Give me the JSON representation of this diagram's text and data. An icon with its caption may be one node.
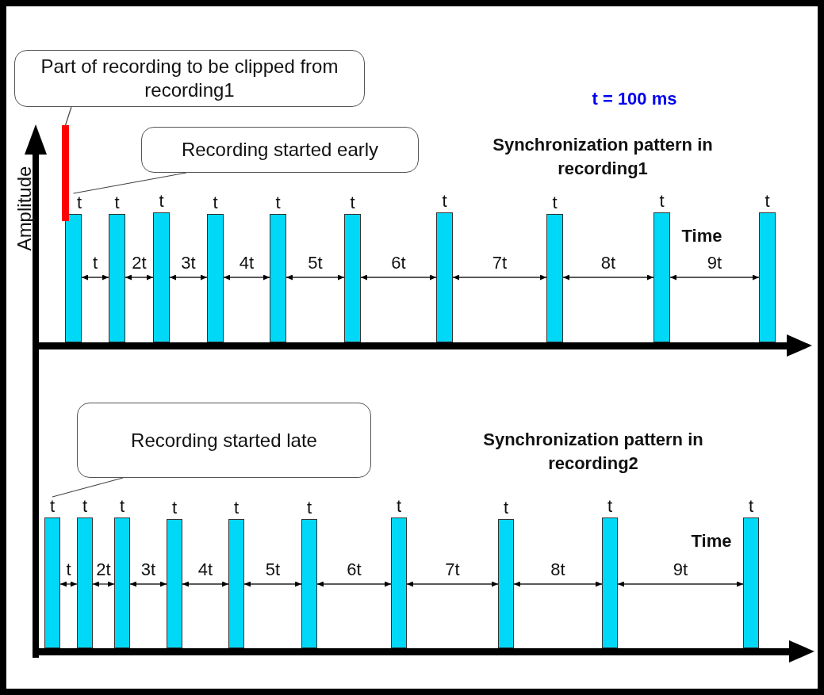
{
  "diagram": {
    "nodes": [
      {
        "text": [
          "Part of recording to be clipped from recording1"
        ]
      },
      {
        "text": [],
        "shape": "bar"
      },
      {
        "text": [
          "Recording started early"
        ]
      },
      {
        "text": [
          "t"
        ]
      },
      {
        "text": [
          "t"
        ]
      },
      {
        "text": [
          "t"
        ]
      },
      {
        "text": [
          "t"
        ]
      },
      {
        "text": [
          "t"
        ]
      },
      {
        "text": [
          "t"
        ]
      },
      {
        "text": [
          "t"
        ]
      },
      {
        "text": [
          "t"
        ]
      },
      {
        "text": [
          "t"
        ]
      },
      {
        "text": [
          "t"
        ]
      },
      {
        "text": [
          "Recording started late"
        ]
      },
      {
        "text": [
          "t"
        ]
      },
      {
        "text": [
          "t"
        ]
      },
      {
        "text": [
          "t"
        ]
      },
      {
        "text": [
          "t"
        ]
      },
      {
        "text": [
          "t"
        ]
      },
      {
        "text": [
          "t"
        ]
      },
      {
        "text": [
          "t"
        ]
      },
      {
        "text": [
          "t"
        ]
      },
      {
        "text": [
          "t"
        ]
      },
      {
        "text": [
          "t"
        ]
      }
    ],
    "edges": [
      {
        "from": 0,
        "to": 1,
        "arrow": "none"
      },
      {
        "from": 2,
        "to": 3,
        "arrow": "none"
      },
      {
        "from": 3,
        "to": 4,
        "arrow": "both",
        "label": "t"
      },
      {
        "from": 4,
        "to": 5,
        "arrow": "both",
        "label": "2t"
      },
      {
        "from": 5,
        "to": 6,
        "arrow": "both",
        "label": "3t"
      },
      {
        "from": 6,
        "to": 7,
        "arrow": "both",
        "label": "4t"
      },
      {
        "from": 7,
        "to": 8,
        "arrow": "both",
        "label": "5t"
      },
      {
        "from": 8,
        "to": 9,
        "arrow": "both",
        "label": "6t"
      },
      {
        "from": 9,
        "to": 10,
        "arrow": "both",
        "label": "7t"
      },
      {
        "from": 10,
        "to": 11,
        "arrow": "both",
        "label": "8t"
      },
      {
        "from": 11,
        "to": 12,
        "arrow": "both",
        "label": "9t"
      },
      {
        "from": 13,
        "to": 14,
        "arrow": "none"
      },
      {
        "from": 14,
        "to": 15,
        "arrow": "both",
        "label": "t"
      },
      {
        "from": 15,
        "to": 16,
        "arrow": "both",
        "label": "2t"
      },
      {
        "from": 16,
        "to": 17,
        "arrow": "both",
        "label": "3t"
      },
      {
        "from": 17,
        "to": 18,
        "arrow": "both",
        "label": "4t"
      },
      {
        "from": 18,
        "to": 19,
        "arrow": "both",
        "label": "5t"
      },
      {
        "from": 19,
        "to": 20,
        "arrow": "both",
        "label": "6t"
      },
      {
        "from": 20,
        "to": 21,
        "arrow": "both",
        "label": "7t"
      },
      {
        "from": 21,
        "to": 22,
        "arrow": "both",
        "label": "8t"
      },
      {
        "from": 22,
        "to": 23,
        "arrow": "both",
        "label": "9t"
      }
    ],
    "labels": [
      "t = 100 ms",
      "Synchronization pattern in recording1",
      "Synchronization pattern in recording2",
      "Amplitude",
      "Time",
      "Time"
    ]
  }
}
